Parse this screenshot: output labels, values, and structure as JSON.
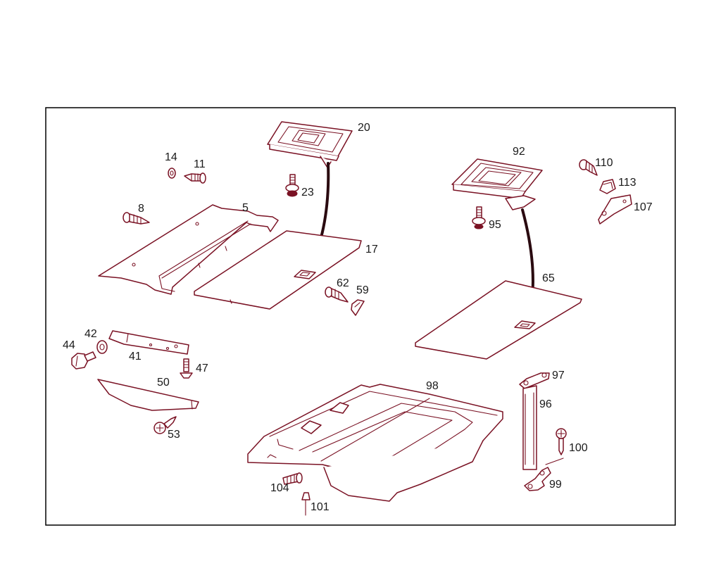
{
  "colors": {
    "line": "#7a1224",
    "strap": "#2a0a10",
    "frame": "#000000",
    "background": "#ffffff"
  },
  "callouts": {
    "c20": "20",
    "c14": "14",
    "c11": "11",
    "c23": "23",
    "c8": "8",
    "c5": "5",
    "c17": "17",
    "c62": "62",
    "c59": "59",
    "c92": "92",
    "c110": "110",
    "c113": "113",
    "c107": "107",
    "c95": "95",
    "c65": "65",
    "c42": "42",
    "c44": "44",
    "c41": "41",
    "c47": "47",
    "c50": "50",
    "c53": "53",
    "c98": "98",
    "c97": "97",
    "c96": "96",
    "c100": "100",
    "c99": "99",
    "c104": "104",
    "c101": "101"
  }
}
